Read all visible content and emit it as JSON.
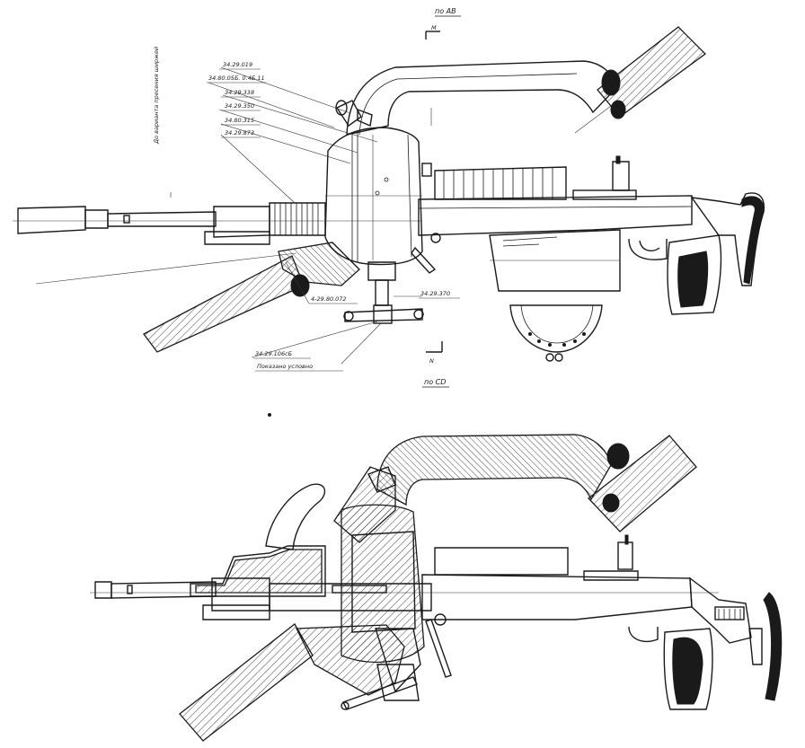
{
  "section_labels": {
    "top": "по АВ",
    "bottom": "по CD",
    "marker_top": "M",
    "marker_bottom": "N"
  },
  "vertical_note": "До варианта пресения ширжей",
  "callouts": [
    "34.29.019",
    "34.80.05Б. 0.4Б.11",
    "34.29.338",
    "34.29.350",
    "34.80.315",
    "34.29.873",
    "4-29.80.072",
    "34.29.370",
    "34.29.106сБ",
    "Показано условно"
  ]
}
